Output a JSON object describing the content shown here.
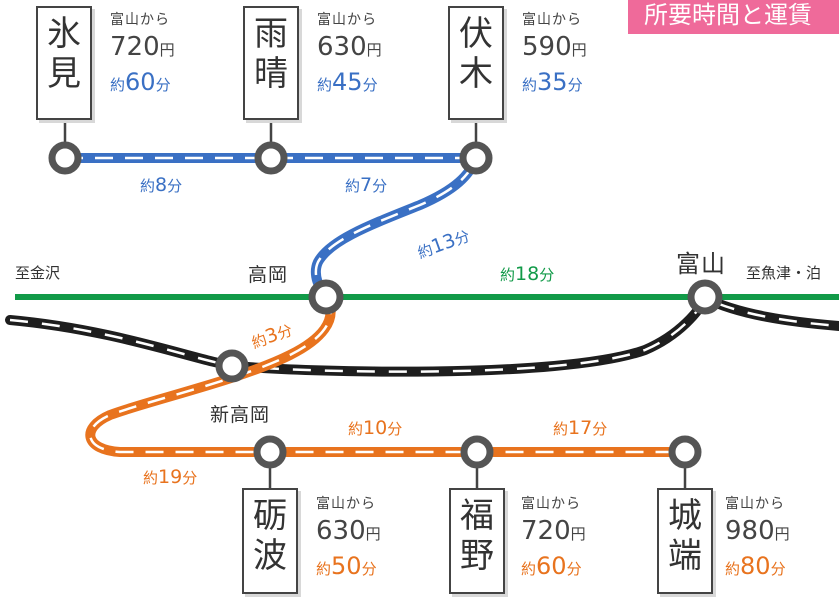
{
  "banner": {
    "text": "所要時間と運賃",
    "color": "#ef6a9a"
  },
  "colors": {
    "blue": "#3a70c4",
    "green": "#119a48",
    "orange": "#e8731e",
    "rail": "#1e1e1e",
    "station": "#555555"
  },
  "stations": {
    "himi": {
      "name": [
        "氷",
        "見"
      ],
      "from": "富山から",
      "fare": "720",
      "yen": "円",
      "time_prefix": "約",
      "time": "60",
      "unit": "分"
    },
    "amaharashi": {
      "name": [
        "雨",
        "晴"
      ],
      "from": "富山から",
      "fare": "630",
      "yen": "円",
      "time_prefix": "約",
      "time": "45",
      "unit": "分"
    },
    "fushiki": {
      "name": [
        "伏",
        "木"
      ],
      "from": "富山から",
      "fare": "590",
      "yen": "円",
      "time_prefix": "約",
      "time": "35",
      "unit": "分"
    },
    "tonami": {
      "name": [
        "砺",
        "波"
      ],
      "from": "富山から",
      "fare": "630",
      "yen": "円",
      "time_prefix": "約",
      "time": "50",
      "unit": "分"
    },
    "fukuno": {
      "name": [
        "福",
        "野"
      ],
      "from": "富山から",
      "fare": "720",
      "yen": "円",
      "time_prefix": "約",
      "time": "60",
      "unit": "分"
    },
    "johana": {
      "name": [
        "城",
        "端"
      ],
      "from": "富山から",
      "fare": "980",
      "yen": "円",
      "time_prefix": "約",
      "time": "80",
      "unit": "分"
    }
  },
  "hubs": {
    "takaoka": "高岡",
    "shin_takaoka": "新高岡",
    "toyama": "富山"
  },
  "destinations": {
    "kanazawa": "至金沢",
    "uozu_tomari": "至魚津・泊"
  },
  "segments": {
    "himi_amaharashi": {
      "prefix": "約",
      "value": "8",
      "unit": "分"
    },
    "amaharashi_fushiki": {
      "prefix": "約",
      "value": "7",
      "unit": "分"
    },
    "fushiki_takaoka": {
      "prefix": "約",
      "value": "13",
      "unit": "分"
    },
    "takaoka_toyama": {
      "prefix": "約",
      "value": "18",
      "unit": "分"
    },
    "takaoka_shintakaoka": {
      "prefix": "約",
      "value": "3",
      "unit": "分"
    },
    "shintakaoka_tonami": {
      "prefix": "約",
      "value": "19",
      "unit": "分"
    },
    "tonami_fukuno": {
      "prefix": "約",
      "value": "10",
      "unit": "分"
    },
    "fukuno_johana": {
      "prefix": "約",
      "value": "17",
      "unit": "分"
    }
  }
}
